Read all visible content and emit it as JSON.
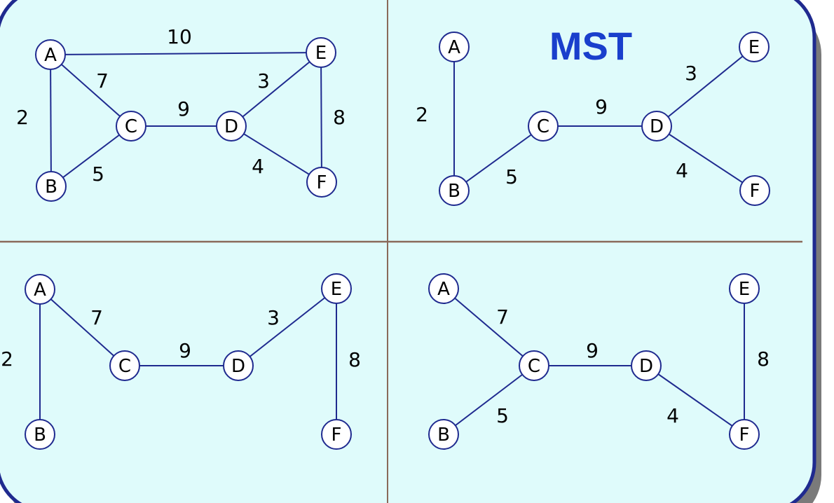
{
  "colors": {
    "panel_fill": "#dffbfb",
    "panel_border": "#1f2a8f",
    "panel_shadow": "#7a7a7a",
    "edge": "#1f2a8f",
    "node_fill": "#ffffff",
    "node_stroke": "#1f2a8f",
    "divider": "#8a6a5a",
    "title": "#1a3fcc"
  },
  "title": "MST",
  "graphs": [
    {
      "id": "original",
      "nodes": [
        "A",
        "B",
        "C",
        "D",
        "E",
        "F"
      ],
      "edges": [
        {
          "from": "A",
          "to": "E",
          "weight": "10"
        },
        {
          "from": "A",
          "to": "C",
          "weight": "7"
        },
        {
          "from": "A",
          "to": "B",
          "weight": "2"
        },
        {
          "from": "B",
          "to": "C",
          "weight": "5"
        },
        {
          "from": "C",
          "to": "D",
          "weight": "9"
        },
        {
          "from": "D",
          "to": "E",
          "weight": "3"
        },
        {
          "from": "E",
          "to": "F",
          "weight": "8"
        },
        {
          "from": "D",
          "to": "F",
          "weight": "4"
        }
      ]
    },
    {
      "id": "mst",
      "nodes": [
        "A",
        "B",
        "C",
        "D",
        "E",
        "F"
      ],
      "edges": [
        {
          "from": "A",
          "to": "B",
          "weight": "2"
        },
        {
          "from": "B",
          "to": "C",
          "weight": "5"
        },
        {
          "from": "C",
          "to": "D",
          "weight": "9"
        },
        {
          "from": "D",
          "to": "E",
          "weight": "3"
        },
        {
          "from": "D",
          "to": "F",
          "weight": "4"
        }
      ]
    },
    {
      "id": "spanning-tree-1",
      "nodes": [
        "A",
        "B",
        "C",
        "D",
        "E",
        "F"
      ],
      "edges": [
        {
          "from": "A",
          "to": "B",
          "weight": "2"
        },
        {
          "from": "A",
          "to": "C",
          "weight": "7"
        },
        {
          "from": "C",
          "to": "D",
          "weight": "9"
        },
        {
          "from": "D",
          "to": "E",
          "weight": "3"
        },
        {
          "from": "E",
          "to": "F",
          "weight": "8"
        }
      ]
    },
    {
      "id": "spanning-tree-2",
      "nodes": [
        "A",
        "B",
        "C",
        "D",
        "E",
        "F"
      ],
      "edges": [
        {
          "from": "A",
          "to": "C",
          "weight": "7"
        },
        {
          "from": "B",
          "to": "C",
          "weight": "5"
        },
        {
          "from": "C",
          "to": "D",
          "weight": "9"
        },
        {
          "from": "D",
          "to": "F",
          "weight": "4"
        },
        {
          "from": "E",
          "to": "F",
          "weight": "8"
        }
      ]
    }
  ]
}
